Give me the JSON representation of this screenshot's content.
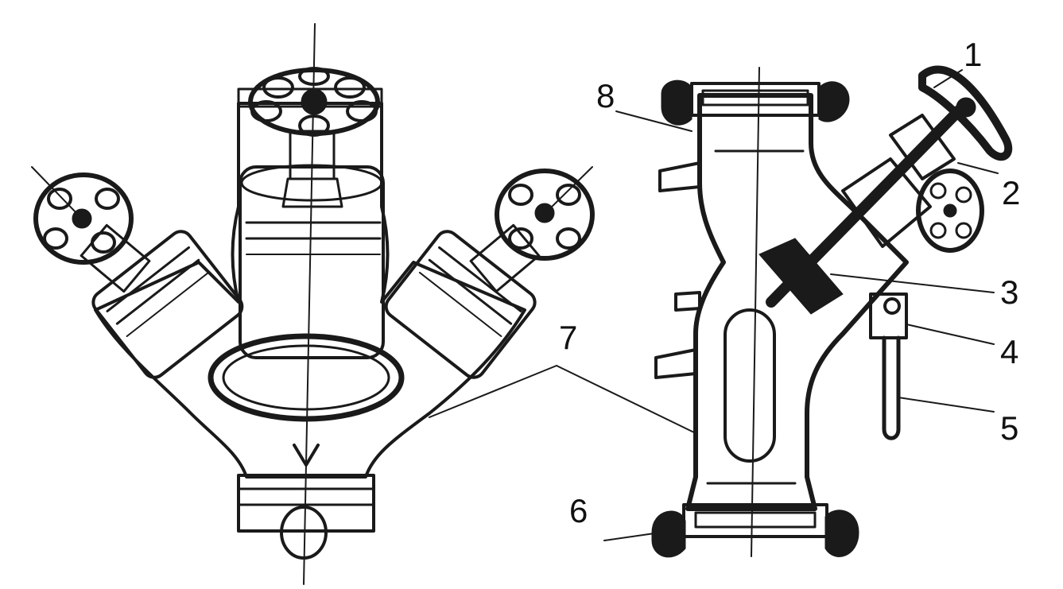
{
  "figure": {
    "left_view": "front-view",
    "right_view": "section-view",
    "colors": {
      "ink": "#1a1a1a",
      "paper": "#ffffff",
      "shade": "#d9d9d9"
    }
  },
  "callouts": [
    {
      "id": "c1",
      "text": "1"
    },
    {
      "id": "c2",
      "text": "2"
    },
    {
      "id": "c3",
      "text": "3"
    },
    {
      "id": "c4",
      "text": "4"
    },
    {
      "id": "c5",
      "text": "5"
    },
    {
      "id": "c6",
      "text": "6"
    },
    {
      "id": "c7",
      "text": "7"
    },
    {
      "id": "c8",
      "text": "8"
    }
  ]
}
